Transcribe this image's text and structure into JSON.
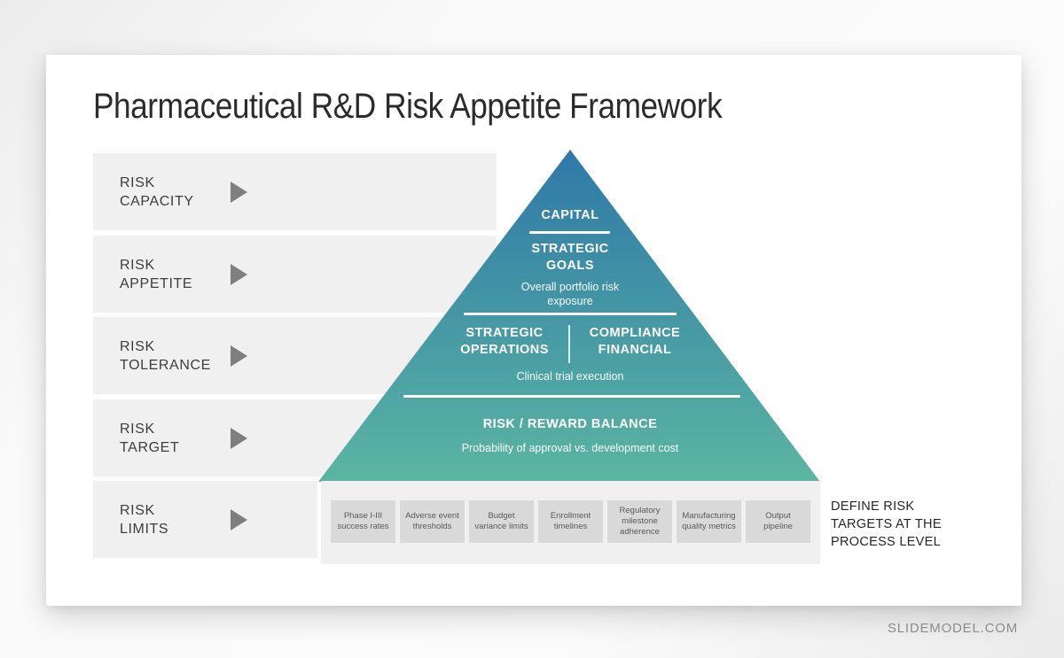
{
  "slide": {
    "title": "Pharmaceutical R&D Risk Appetite Framework"
  },
  "risk_levels": [
    {
      "lines": [
        "RISK",
        "CAPACITY"
      ]
    },
    {
      "lines": [
        "RISK",
        "APPETITE"
      ]
    },
    {
      "lines": [
        "RISK",
        "TOLERANCE"
      ]
    },
    {
      "lines": [
        "RISK",
        "TARGET"
      ]
    },
    {
      "lines": [
        "RISK",
        "LIMITS"
      ]
    }
  ],
  "pyramid": {
    "tier_capital": {
      "title": "CAPITAL"
    },
    "tier_strategic_goals": {
      "title_lines": [
        "STRATEGIC",
        "GOALS"
      ],
      "subtitle_lines": [
        "Overall portfolio risk",
        "exposure"
      ]
    },
    "tier_operations": {
      "left_lines": [
        "STRATEGIC",
        "OPERATIONS"
      ],
      "right_lines": [
        "COMPLIANCE",
        "FINANCIAL"
      ],
      "subtitle": "Clinical trial execution"
    },
    "tier_risk_reward": {
      "title": "RISK / REWARD BALANCE",
      "subtitle": "Probability of approval vs. development cost"
    },
    "colors": {
      "top": "#2F79A8",
      "bottom": "#5BB5A2"
    }
  },
  "process_boxes": [
    {
      "lines": [
        "Phase I-III",
        "success rates"
      ]
    },
    {
      "lines": [
        "Adverse event",
        "thresholds"
      ]
    },
    {
      "lines": [
        "Budget",
        "variance limits"
      ]
    },
    {
      "lines": [
        "Enrollment",
        "timelines"
      ]
    },
    {
      "lines": [
        "Regulatory",
        "milestone",
        "adherence"
      ]
    },
    {
      "lines": [
        "Manufacturing",
        "quality metrics"
      ]
    },
    {
      "lines": [
        "Output",
        "pipeline"
      ]
    }
  ],
  "note": {
    "lines": [
      "DEFINE RISK",
      "TARGETS AT THE",
      "PROCESS LEVEL"
    ]
  },
  "footer": {
    "brand": "SLIDEMODEL.COM"
  },
  "colors": {
    "bar_bg": "#F0F0F0",
    "box_bg": "#D9D9D9",
    "arrow": "#7F7F7F"
  }
}
